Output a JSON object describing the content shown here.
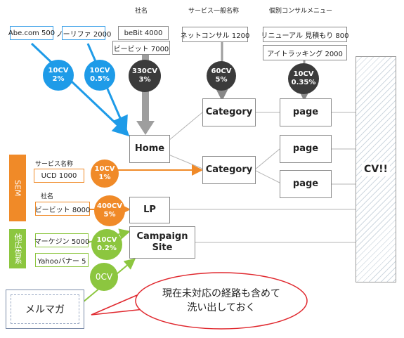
{
  "top": {
    "company_label": "社名",
    "service_label": "サービス一般名称",
    "individual_label": "個別コンサルメニュー",
    "left_boxes": [
      "Abe.com 500",
      "ノーリファ 2000"
    ],
    "company_boxes": [
      "beBit 4000",
      "ビービット 7000"
    ],
    "service_boxes": [
      "ネットコンサル 1200"
    ],
    "individual_boxes": [
      "リニューアル 見積もり 800",
      "アイトラッキング 2000"
    ]
  },
  "circles": {
    "c1": {
      "cv": "10CV",
      "pct": "2%"
    },
    "c2": {
      "cv": "10CV",
      "pct": "0.5%"
    },
    "c3": {
      "cv": "330CV",
      "pct": "3%"
    },
    "c4": {
      "cv": "60CV",
      "pct": "5%"
    },
    "c5": {
      "cv": "10CV",
      "pct": "0.35%"
    },
    "c6": {
      "cv": "10CV",
      "pct": "1%"
    },
    "c7": {
      "cv": "400CV",
      "pct": "5%"
    },
    "c8": {
      "cv": "10CV",
      "pct": "0.2%"
    },
    "c9": {
      "cv": "0CV"
    }
  },
  "nodes": {
    "home": "Home",
    "category1": "Category",
    "category2": "Category",
    "page1": "page",
    "page2": "page",
    "page3": "page",
    "lp": "LP",
    "campaign_line1": "Campaign",
    "campaign_line2": "Site",
    "cv": "CV!!"
  },
  "sem": {
    "bar_label": "SEM",
    "service_label": "サービス名称",
    "company_label": "社名",
    "service_box": "UCD 1000",
    "company_box": "ビービット 8000"
  },
  "other_ads": {
    "bar_label": "他広告系",
    "boxes": [
      "マーケジン 5000",
      "Yahooバナー 5"
    ]
  },
  "mailmag": "メルマガ",
  "callout": {
    "line1": "現在未対応の経路も含めて",
    "line2": "洗い出しておく"
  },
  "colors": {
    "blue": "#1e9be8",
    "dark": "#3b3b3b",
    "orange": "#f08a28",
    "green": "#8cc63f",
    "callout": "#e0282e"
  }
}
